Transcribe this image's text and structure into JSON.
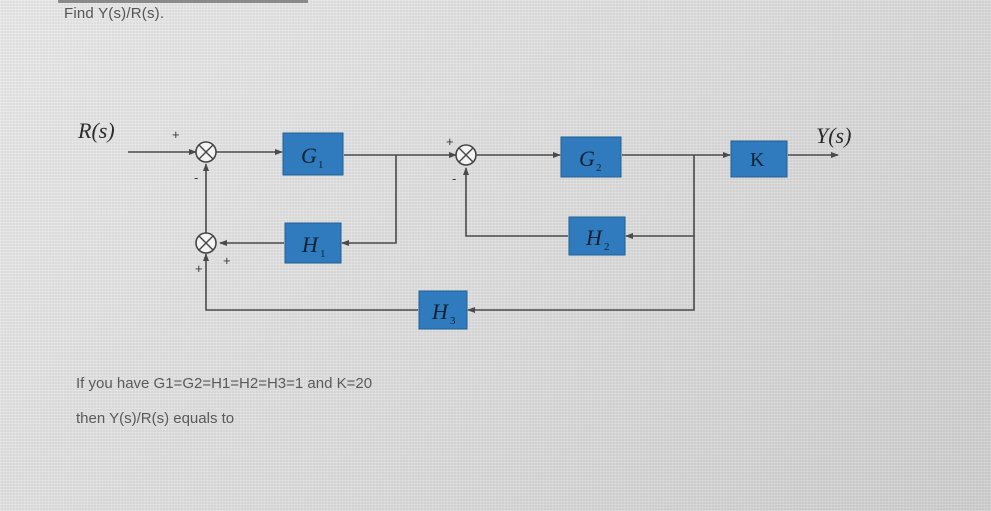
{
  "question": "Find Y(s)/R(s).",
  "condition": "If you have G1=G2=H1=H2=H3=1 and K=20",
  "ask": "then Y(s)/R(s) equals to",
  "diagram": {
    "input_label": "R(s)",
    "output_label": "Y(s)",
    "blocks": {
      "g1": {
        "main": "G",
        "sub": "1"
      },
      "g2": {
        "main": "G",
        "sub": "2"
      },
      "h1": {
        "main": "H",
        "sub": "1"
      },
      "h2": {
        "main": "H",
        "sub": "2"
      },
      "h3": {
        "main": "H",
        "sub": "3"
      },
      "k": {
        "main": "K"
      }
    },
    "signs": {
      "s1_top": "+",
      "s1_bottom": "-",
      "s2_right": "+",
      "s2_bottom": "+",
      "s3_top": "+",
      "s3_bottom": "-"
    },
    "block_color": "#2f7bbd"
  }
}
